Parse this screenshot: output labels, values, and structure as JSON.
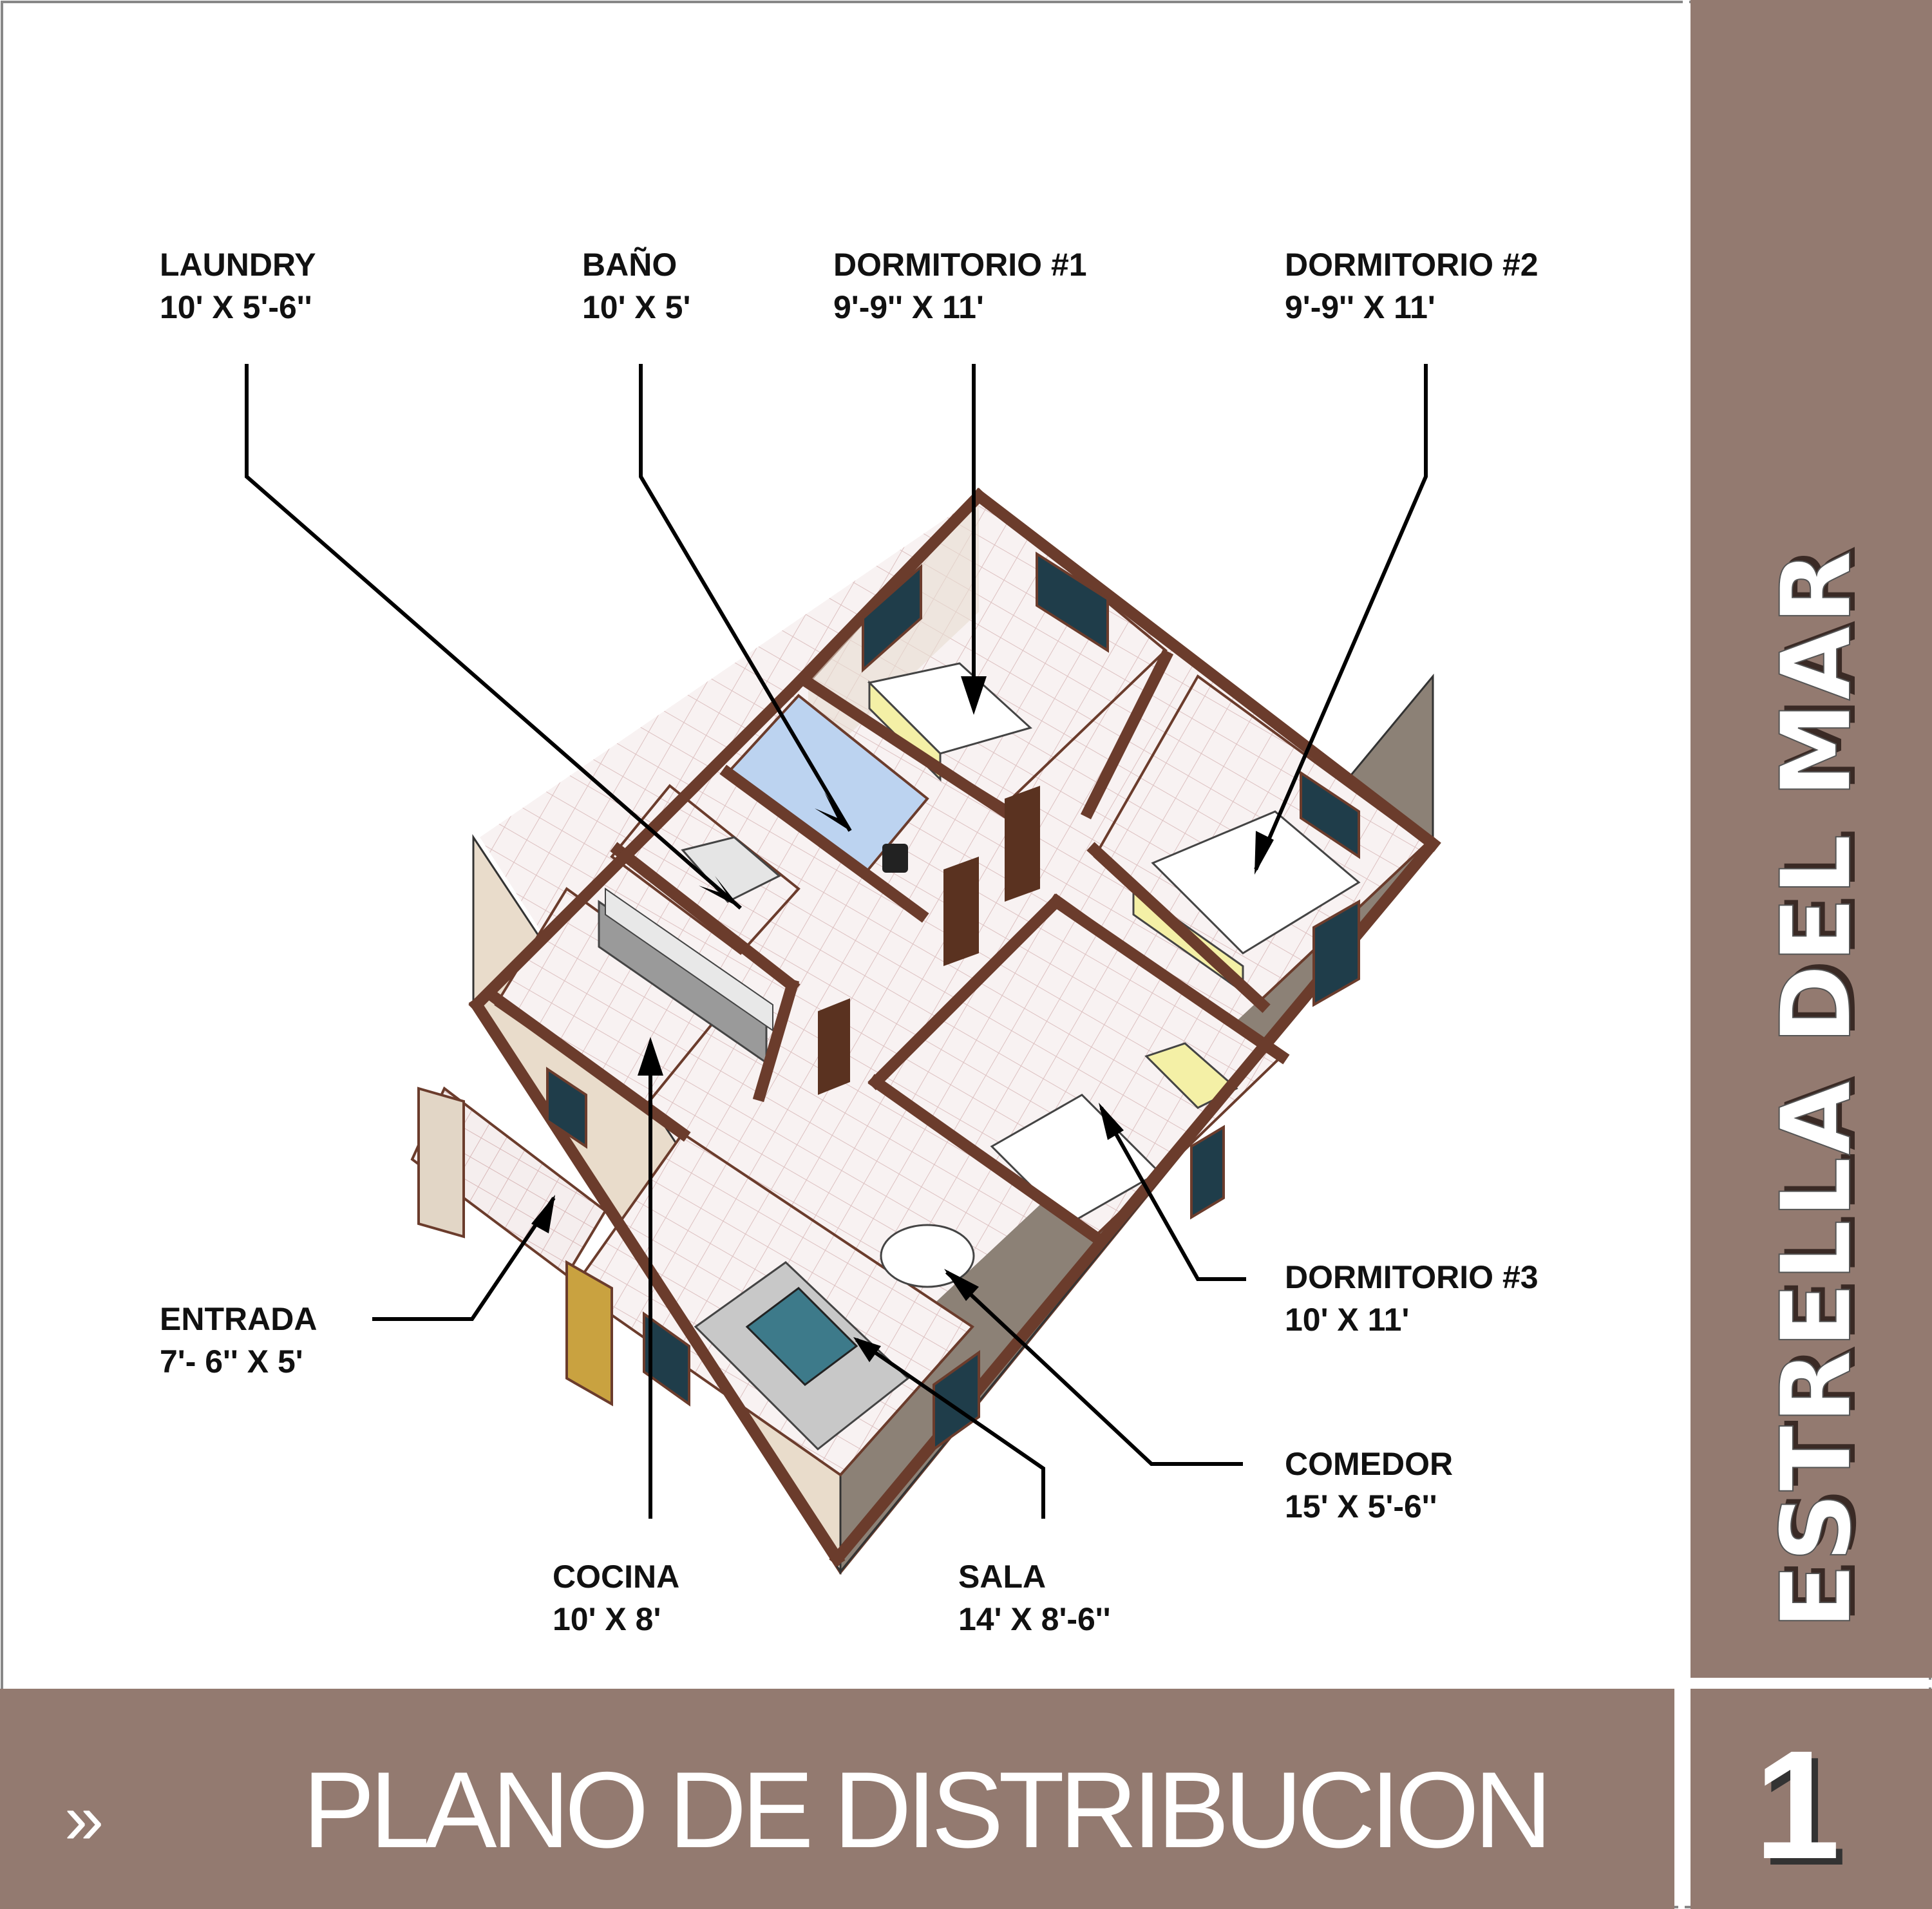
{
  "brand": {
    "name": "ESTRELLA DEL MAR",
    "panel_color": "#937a70"
  },
  "footer": {
    "chevron": "»",
    "title": "PLANO DE DISTRIBUCION",
    "page_number": "1"
  },
  "rooms": {
    "laundry": {
      "name": "LAUNDRY",
      "size": "10' X 5'-6''"
    },
    "bano": {
      "name": "BAÑO",
      "size": "10' X 5'"
    },
    "dormitorio1": {
      "name": "DORMITORIO #1",
      "size": "9'-9'' X 11'"
    },
    "dormitorio2": {
      "name": "DORMITORIO #2",
      "size": "9'-9'' X 11'"
    },
    "entrada": {
      "name": "ENTRADA",
      "size": "7'- 6'' X 5'"
    },
    "dormitorio3": {
      "name": "DORMITORIO #3",
      "size": "10' X 11'"
    },
    "comedor": {
      "name": "COMEDOR",
      "size": "15' X 5'-6''"
    },
    "cocina": {
      "name": "COCINA",
      "size": "10' X 8'"
    },
    "sala": {
      "name": "SALA",
      "size": "14' X 8'-6''"
    }
  },
  "colors": {
    "wall_top": "#6b3c2c",
    "wall_face_light": "#e9dccb",
    "wall_face_dark": "#8c8176",
    "floor_tile": "#f3ecec",
    "bed_yellow": "#f4f0a6",
    "bath_blue": "#bcd3f0",
    "door_wood": "#5a3220",
    "entry_gold": "#c9a240"
  }
}
